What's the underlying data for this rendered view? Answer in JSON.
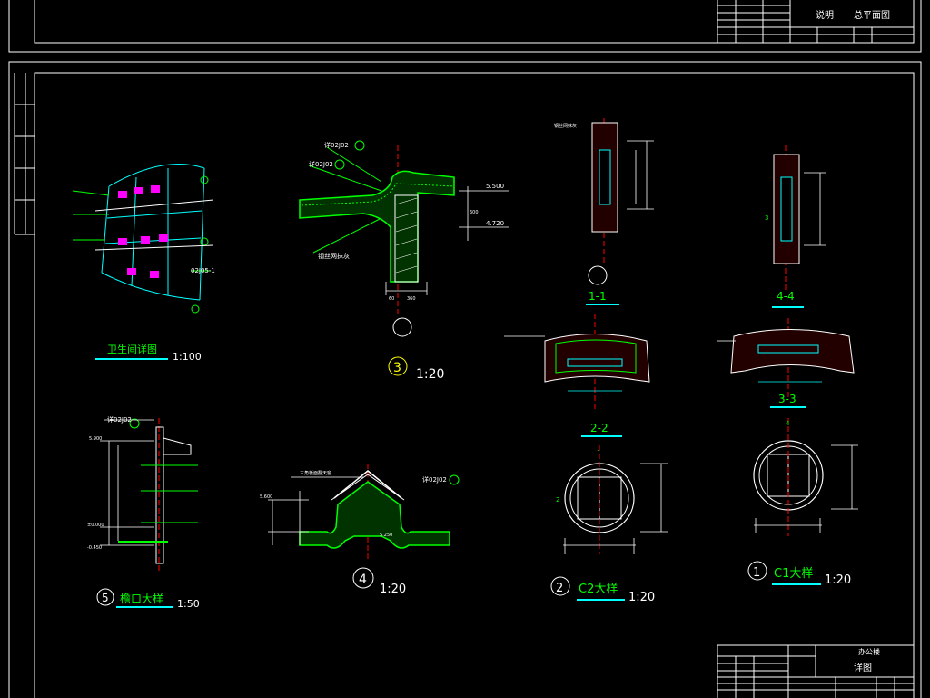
{
  "colors": {
    "background": "#000000",
    "frame": "#ffffff",
    "cyan": "#00ffff",
    "green": "#00ff00",
    "red": "#ff0000",
    "yellow": "#ffff00",
    "magenta": "#ff00ff"
  },
  "top_title_block": {
    "left_text": "说明",
    "right_text": "总平面图"
  },
  "bottom_title_block": {
    "project": "办公楼",
    "title": "详图"
  },
  "details": {
    "toilet": {
      "title": "卫生间详图",
      "scale": "1:100",
      "tag_a": "02J05-1"
    },
    "d3": {
      "number": "3",
      "scale": "1:20",
      "label_a": "详02J02",
      "label_b": "详02J02",
      "label_c": "钢丝网抹灰",
      "elev_top": "5.500",
      "elev_bottom": "4.720",
      "dim_h": "600",
      "dim_w": "60",
      "dim_w2": "360"
    },
    "d4": {
      "number": "4",
      "scale": "1:20",
      "label_a": "三角板面翻天窗",
      "label_b": "详02J02",
      "elev_a": "5.600",
      "elev_b": "5.250"
    },
    "d5": {
      "number": "5",
      "title": "檐口大样",
      "scale": "1:50",
      "label_a": "详02J02",
      "elev_a": "5.900",
      "elev_b": "±0.000",
      "elev_c": "-0.450"
    },
    "c2": {
      "number": "2",
      "title": "C2大样",
      "scale": "1:20",
      "section_11": "1-1",
      "section_22": "2-2",
      "label_a": "钢丝网抹灰",
      "mark_1": "1",
      "mark_2": "2"
    },
    "c1": {
      "number": "1",
      "title": "C1大样",
      "scale": "1:20",
      "section_44": "4-4",
      "section_33": "3-3",
      "mark_3": "3",
      "mark_4": "4"
    }
  }
}
